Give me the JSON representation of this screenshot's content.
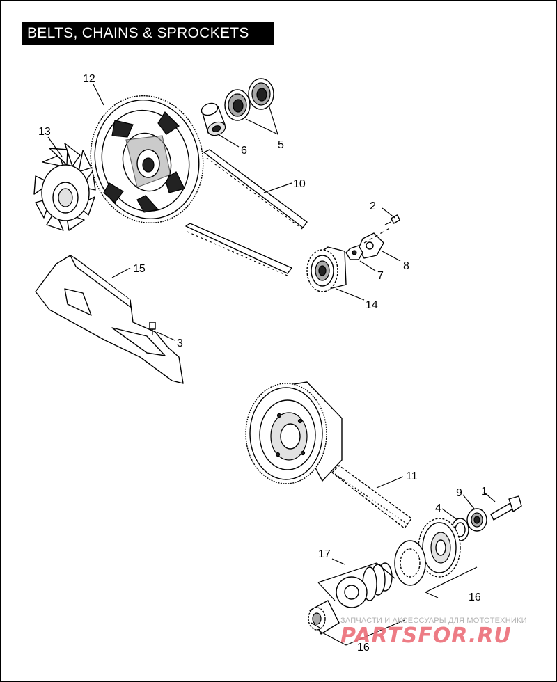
{
  "title": "BELTS, CHAINS & SPROCKETS",
  "callouts": {
    "c12": "12",
    "c13": "13",
    "c6": "6",
    "c5": "5",
    "c10": "10",
    "c2": "2",
    "c8": "8",
    "c7": "7",
    "c14": "14",
    "c15": "15",
    "c3": "3",
    "c11": "11",
    "c1": "1",
    "c9": "9",
    "c4": "4",
    "c17": "17",
    "c16a": "16",
    "c16b": "16"
  },
  "watermark": {
    "caption": "ЗАПЧАСТИ И АКСЕССУАРЫ ДЛЯ МОТОТЕХНИКИ",
    "logo": "PARTSFOR.RU"
  }
}
